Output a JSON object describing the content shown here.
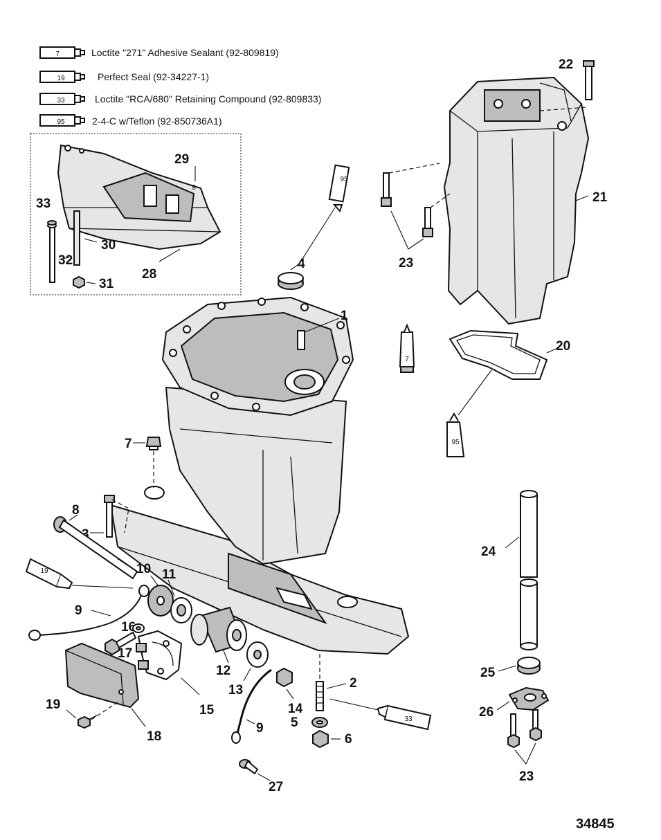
{
  "legend": [
    {
      "tube": "7",
      "text": "Loctite \"271\" Adhesive Sealant (92-809819)"
    },
    {
      "tube": "19",
      "text": "Perfect Seal (92-34227-1)"
    },
    {
      "tube": "33",
      "text": "Loctite \"RCA/680\" Retaining Compound (92-809833)"
    },
    {
      "tube": "95",
      "text": "2-4-C w/Teflon (92-850736A1)"
    }
  ],
  "callouts": {
    "c1": "1",
    "c2": "2",
    "c3": "3",
    "c4": "4",
    "c5": "5",
    "c6": "6",
    "c7": "7",
    "c8": "8",
    "c9a": "9",
    "c9b": "9",
    "c10": "10",
    "c11": "11",
    "c12": "12",
    "c13": "13",
    "c14": "14",
    "c15": "15",
    "c16": "16",
    "c17": "17",
    "c18": "18",
    "c19": "19",
    "c20": "20",
    "c21": "21",
    "c22": "22",
    "c23a": "23",
    "c23b": "23",
    "c24": "24",
    "c25": "25",
    "c26": "26",
    "c27": "27",
    "c28": "28",
    "c29": "29",
    "c30": "30",
    "c31": "31",
    "c32": "32",
    "c33": "33"
  },
  "tube_labels": {
    "t95a": "95",
    "t7": "7",
    "t95b": "95",
    "t19": "19",
    "t33": "33",
    "t29": "8"
  },
  "drawing_number": "34845"
}
